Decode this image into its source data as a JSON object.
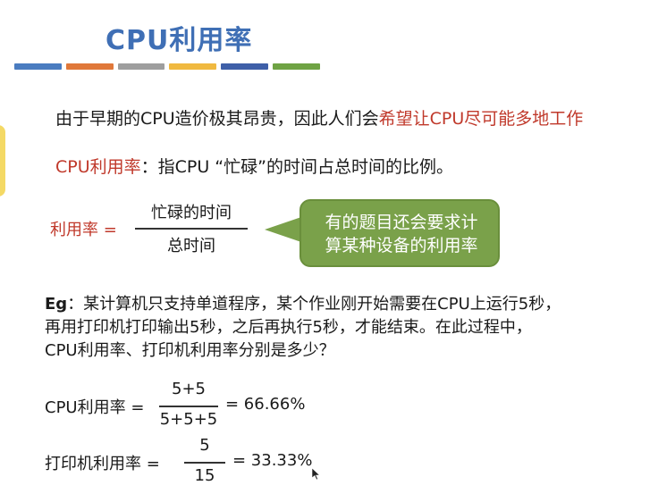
{
  "title": "CPU利用率",
  "colors": {
    "title": "#3f6fb5",
    "accent_red": "#c0392b",
    "callout_bg": "#7aa14a",
    "bars": [
      "#4a7cc0",
      "#e0783a",
      "#9e9e9e",
      "#f0b940",
      "#3e5fa8",
      "#6fa344"
    ]
  },
  "intro": {
    "prefix": "由于早期的CPU造价极其昂贵，因此人们会",
    "highlight": "希望让CPU尽可能多地工作"
  },
  "definition": {
    "term": "CPU利用率",
    "text": "：指CPU “忙碌”的时间占总时间的比例。"
  },
  "formula": {
    "label": "利用率 =",
    "numerator": "忙碌的时间",
    "denominator": "总时间"
  },
  "callout": {
    "line1": "有的题目还会要求计",
    "line2": "算某种设备的利用率"
  },
  "example": {
    "prefix": "Eg",
    "line1": "：某计算机只支持单道程序，某个作业刚开始需要在CPU上运行5秒，",
    "line2": "再用打印机打印输出5秒，之后再执行5秒，才能结束。在此过程中，",
    "line3": "CPU利用率、打印机利用率分别是多少？"
  },
  "answer_cpu": {
    "label": "CPU利用率 =",
    "numerator": "5+5",
    "denominator": "5+5+5",
    "result": "= 66.66%"
  },
  "answer_printer": {
    "label": "打印机利用率 =",
    "numerator": "5",
    "denominator": "15",
    "result": "= 33.33%"
  }
}
